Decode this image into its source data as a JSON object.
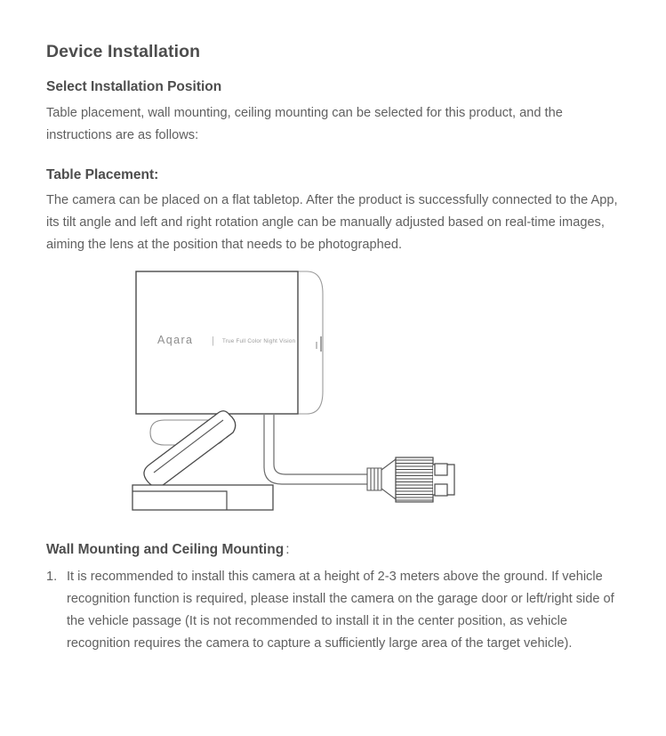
{
  "document": {
    "title": "Device Installation",
    "section_heading": "Select Installation Position",
    "intro": "Table placement, wall mounting, ceiling mounting can be selected for this product, and the instructions are as follows:",
    "table_placement": {
      "heading": "Table Placement:",
      "body": "The camera can be placed on a flat tabletop. After the product is successfully connected to the App, its tilt angle and left and right rotation angle can be manually adjusted based on real-time images, aiming the lens at the position that needs to be photographed."
    },
    "wall_ceiling": {
      "heading": "Wall Mounting and Ceiling Mounting",
      "colon": ":",
      "items": [
        "It is recommended to install this camera at a height of 2-3 meters above the ground. If vehicle recognition function is required, please install the camera on the garage door or left/right side of the vehicle passage (It is not recommended to install it in the center position, as vehicle recognition requires the camera to capture a sufficiently large area of the target vehicle)."
      ]
    }
  },
  "illustration": {
    "name": "camera-on-tabletop-stand-diagram",
    "brand": "Aqara",
    "brand_separator": "|",
    "tagline": "True Full Color Night Vision",
    "line_color": "#4a4a4a",
    "light_line_color": "#8c8c8c",
    "fill_color": "#ffffff",
    "parts": [
      "camera-body",
      "camera-side-panel",
      "hinge-arm",
      "base-plate",
      "power-cable",
      "usb-connector"
    ]
  }
}
